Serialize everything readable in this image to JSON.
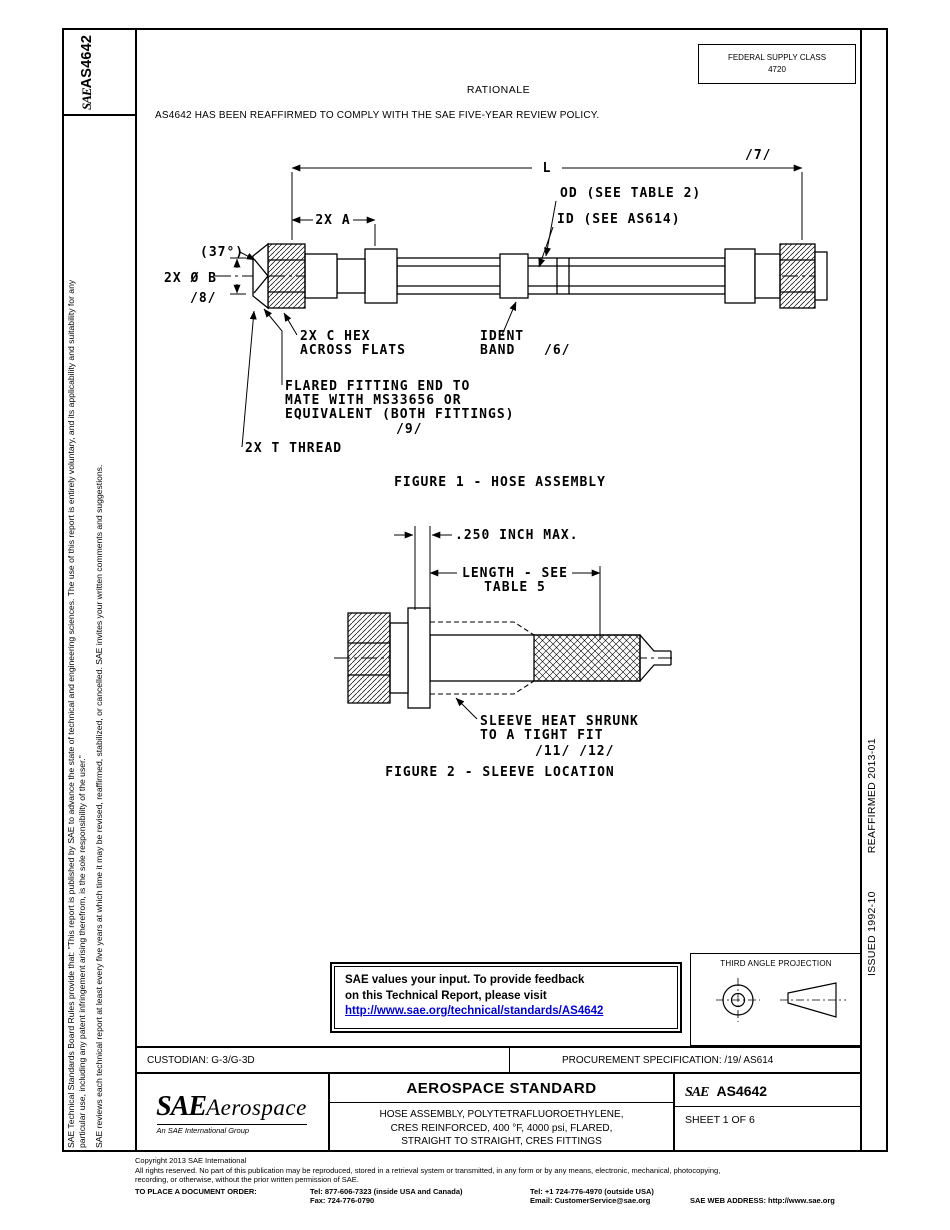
{
  "doc": {
    "federal_supply_class": {
      "line1": "FEDERAL SUPPLY CLASS",
      "line2": "4720"
    },
    "rationale": {
      "title": "RATIONALE",
      "body": "AS4642 HAS BEEN REAFFIRMED TO COMPLY WITH THE SAE FIVE-YEAR REVIEW POLICY."
    }
  },
  "sidebar": {
    "logo_sae": "SAE",
    "logo_number": "AS4642",
    "disclaimer_board_rules": "SAE Technical Standards Board Rules provide that: \"This report is published by SAE to advance the state of technical and engineering sciences. The use of this report is entirely voluntary, and its applicability and suitability for any particular use, including any patent infringement arising therefrom, is the sole responsibility of the user.\"",
    "disclaimer_review": "SAE reviews each technical report at least every five years at which time it may be revised, reaffirmed, stabilized, or cancelled. SAE invites your written comments and suggestions."
  },
  "right_margin": {
    "issued": "ISSUED 1992-10",
    "reaffirmed": "REAFFIRMED 2013-01"
  },
  "figure1": {
    "ref7": "/7/",
    "dim_l": "L",
    "od": "OD (SEE TABLE 2)",
    "id": "ID (SEE AS614)",
    "dim_a": "2X A",
    "angle": "(37°)",
    "dim_b": "2X Ø B",
    "ref8": "/8/",
    "hex1": "2X C HEX",
    "hex2": "ACROSS FLATS",
    "ident1": "IDENT",
    "ident2": "BAND",
    "ref6": "/6/",
    "flared1": "FLARED FITTING END TO",
    "flared2": "MATE WITH MS33656 OR",
    "flared3": "EQUIVALENT (BOTH FITTINGS)",
    "ref9": "/9/",
    "thread": "2X T THREAD",
    "caption": "FIGURE 1 - HOSE ASSEMBLY"
  },
  "figure2": {
    "max": ".250 INCH MAX.",
    "length1": "LENGTH - SEE",
    "length2": "TABLE 5",
    "sleeve1": "SLEEVE HEAT SHRUNK",
    "sleeve2": "TO A TIGHT FIT",
    "refs": "/11/ /12/",
    "caption": "FIGURE 2 - SLEEVE LOCATION"
  },
  "feedback": {
    "line1": "SAE values your input. To provide feedback",
    "line2": "on this Technical Report, please visit",
    "link": "http://www.sae.org/technical/standards/AS4642"
  },
  "projection": {
    "title": "THIRD ANGLE PROJECTION"
  },
  "custodian_row": {
    "custodian": "CUSTODIAN: G-3/G-3D",
    "procurement": "PROCUREMENT SPECIFICATION: /19/ AS614"
  },
  "title_block": {
    "logo_sae": "SAE",
    "logo_aerospace": "Aerospace",
    "logo_tagline": "An SAE International Group",
    "standard": "AEROSPACE STANDARD",
    "title1": "HOSE ASSEMBLY, POLYTETRAFLUOROETHYLENE,",
    "title2": "CRES REINFORCED, 400 °F, 4000 psi, FLARED,",
    "title3": "STRAIGHT TO STRAIGHT, CRES FITTINGS",
    "doc_sae": "SAE",
    "doc_number": "AS4642",
    "sheet": "SHEET 1 OF 6"
  },
  "footer": {
    "copyright": "Copyright 2013 SAE International",
    "rights1": "All rights reserved. No part of this publication may be reproduced, stored in a retrieval system or transmitted, in any form or by any means, electronic, mechanical, photocopying,",
    "rights2": "recording, or otherwise, without the prior written permission of SAE.",
    "order_label": "TO PLACE A DOCUMENT ORDER:",
    "tel_inside": "Tel: 877-606-7323 (inside USA and Canada)",
    "tel_outside": "Tel: +1 724-776-4970 (outside USA)",
    "fax": "Fax: 724-776-0790",
    "email": "Email: CustomerService@sae.org",
    "web": "SAE WEB ADDRESS: http://www.sae.org"
  },
  "colors": {
    "ink": "#000000",
    "paper": "#ffffff",
    "link": "#0000cc"
  }
}
